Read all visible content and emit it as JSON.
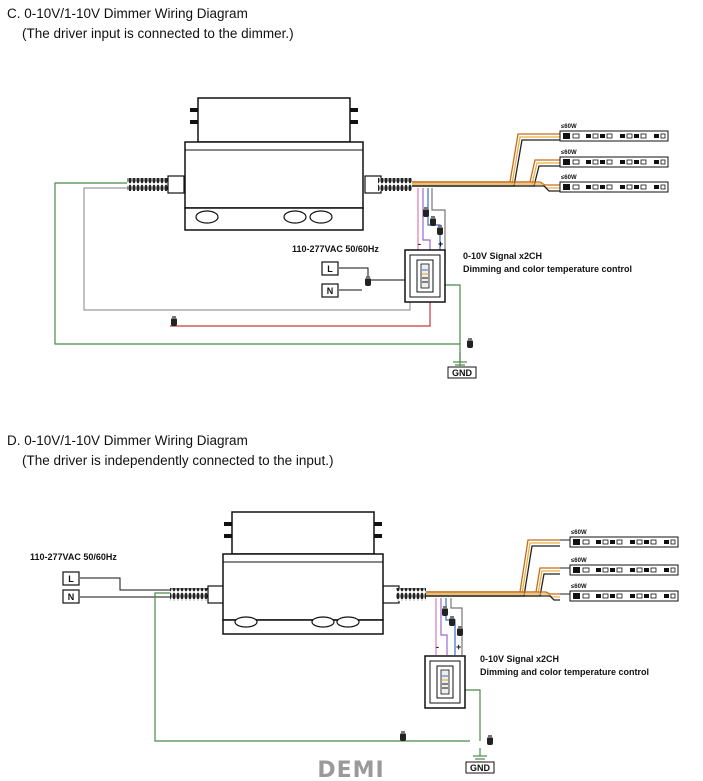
{
  "section_c": {
    "title": "C. 0-10V/1-10V Dimmer Wiring Diagram",
    "subtitle": "(The driver input is connected to the dimmer.)",
    "voltage_label": "110-277VAC 50/60Hz",
    "signal_label": "0-10V Signal x2CH",
    "control_label": "Dimming and color temperature control",
    "terminal_l": "L",
    "terminal_n": "N",
    "ground_label": "GND",
    "polarity_minus": "-",
    "polarity_plus": "+",
    "strip_power": [
      "≤60W",
      "≤60W",
      "≤60W"
    ]
  },
  "section_d": {
    "title": "D. 0-10V/1-10V Dimmer Wiring Diagram",
    "subtitle": "(The driver is independently connected to the input.)",
    "voltage_label": "110-277VAC 50/60Hz",
    "signal_label": "0-10V Signal x2CH",
    "control_label": "Dimming and color temperature control",
    "terminal_l": "L",
    "terminal_n": "N",
    "ground_label": "GND",
    "polarity_minus": "-",
    "polarity_plus": "+",
    "strip_power": [
      "≤60W",
      "≤60W",
      "≤60W"
    ]
  },
  "watermark": "DEMI",
  "colors": {
    "ground_wire": "#4a8a4a",
    "live_wire": "#c83a3a",
    "neutral_wire": "#9a9a9a",
    "strip_wire_1": "#c86a1a",
    "strip_wire_2": "#e8b040",
    "signal_purple": "#9a6acb",
    "signal_pink": "#e07ab0"
  }
}
